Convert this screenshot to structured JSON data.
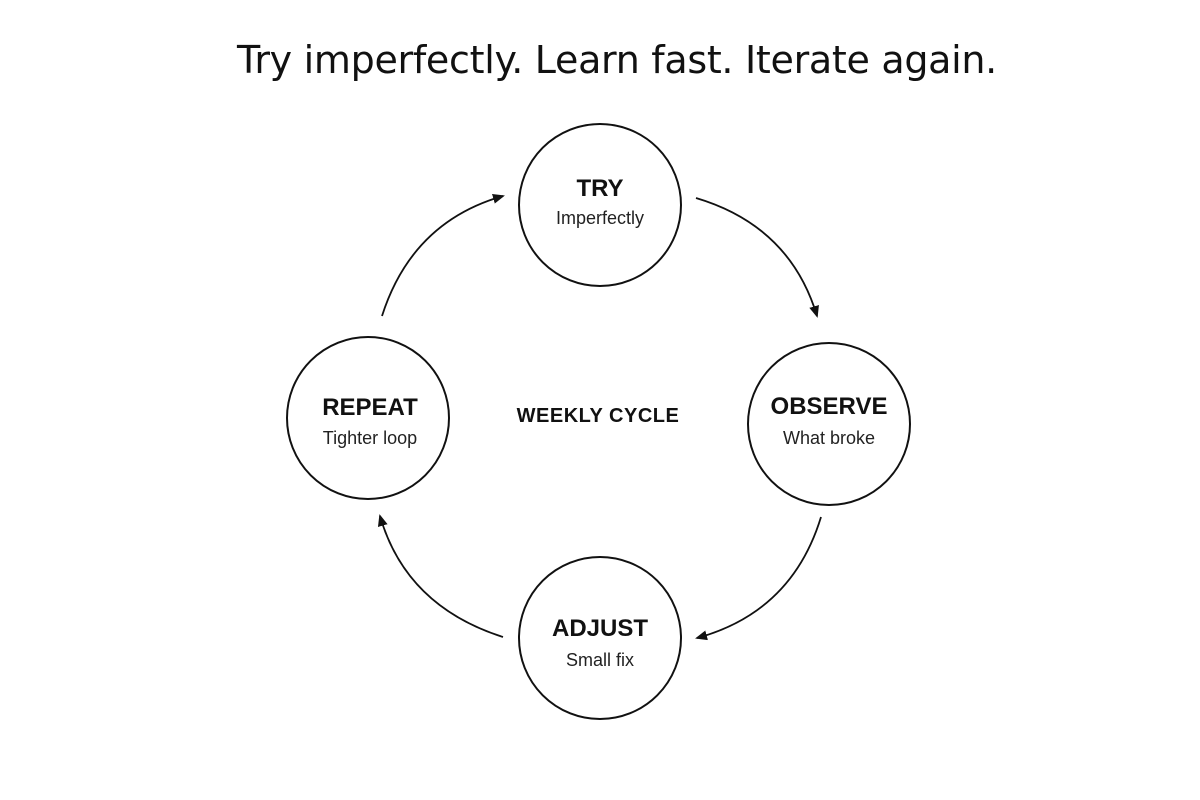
{
  "title": "Try imperfectly. Learn fast. Iterate again.",
  "center_label": "WEEKLY CYCLE",
  "nodes": [
    {
      "id": "try",
      "title": "TRY",
      "subtitle": "Imperfectly"
    },
    {
      "id": "observe",
      "title": "OBSERVE",
      "subtitle": "What broke"
    },
    {
      "id": "adjust",
      "title": "ADJUST",
      "subtitle": "Small fix"
    },
    {
      "id": "repeat",
      "title": "REPEAT",
      "subtitle": "Tighter loop"
    }
  ],
  "edges": [
    {
      "from": "try",
      "to": "observe"
    },
    {
      "from": "observe",
      "to": "adjust"
    },
    {
      "from": "adjust",
      "to": "repeat"
    },
    {
      "from": "repeat",
      "to": "try"
    }
  ],
  "colors": {
    "stroke": "#111111",
    "background": "#ffffff"
  }
}
